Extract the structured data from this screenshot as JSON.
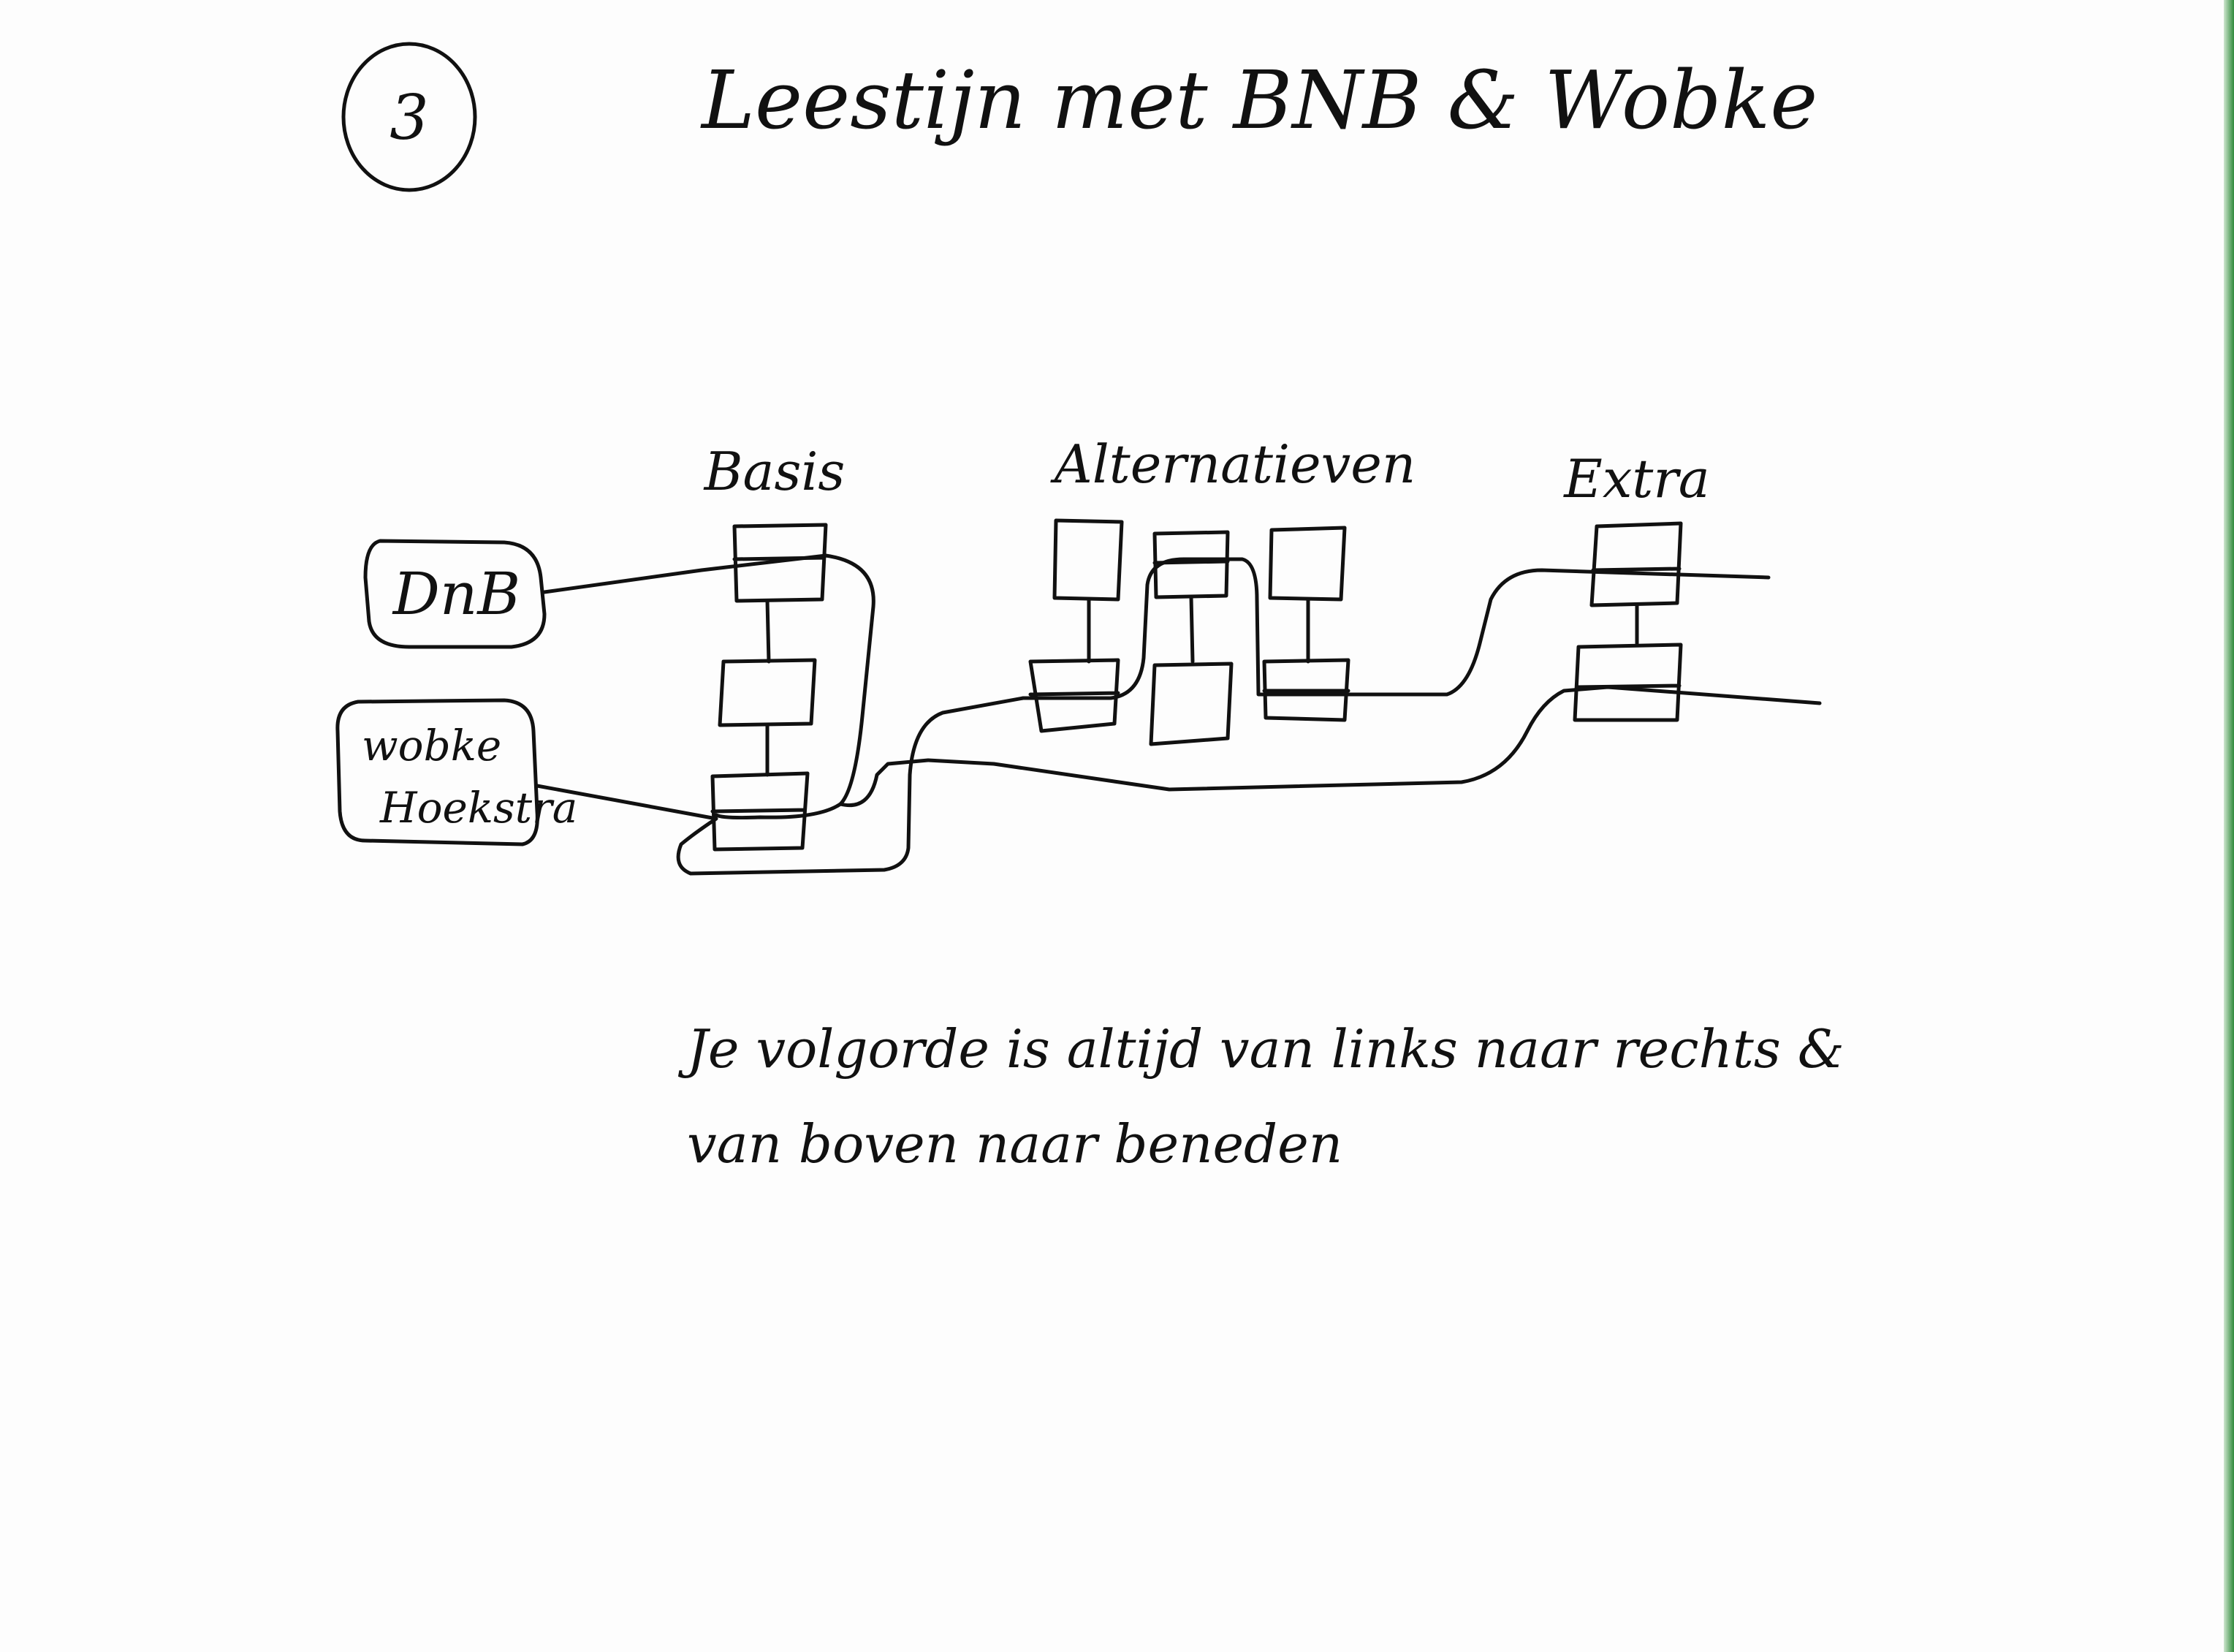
{
  "page_number": "3",
  "title": "Leestijn met BNB & Wobke",
  "columns": {
    "basis": "Basis",
    "alternatieven": "Alternatieven",
    "extra": "Extra"
  },
  "sources": {
    "top": "DnB",
    "bottom_line1": "wobke",
    "bottom_line2": "Hoekstra"
  },
  "note": {
    "line1": "Je volgorde is altijd van links naar rechts &",
    "line2": "van boven naar beneden"
  },
  "colors": {
    "ink": "#111111",
    "paper": "#fdfdfd"
  }
}
